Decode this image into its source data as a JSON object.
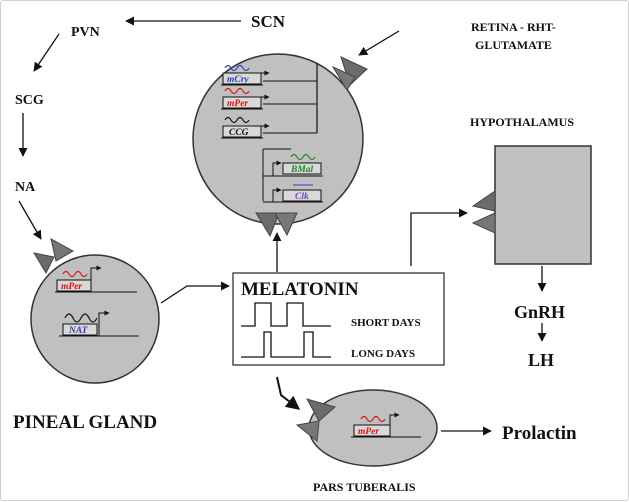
{
  "nodes": {
    "scn": "SCN",
    "pvn": "PVN",
    "scg": "SCG",
    "na": "NA",
    "retina_line1": "RETINA - RHT-",
    "retina_line2": "GLUTAMATE",
    "hypothalamus": "HYPOTHALAMUS",
    "melatonin": "MELATONIN",
    "short_days": "SHORT DAYS",
    "long_days": "LONG DAYS",
    "gnrh": "GnRH",
    "lh": "LH",
    "pineal_gland": "PINEAL GLAND",
    "pars_tuberalis": "PARS TUBERALIS",
    "prolactin": "Prolactin"
  },
  "genes": {
    "mcry": "mCry",
    "mper": "mPer",
    "ccg": "CCG",
    "bmal": "BMal",
    "clk": "Clk",
    "pineal_mper": "mPer",
    "nat": "NAT",
    "pt_mper": "mPer"
  },
  "colors": {
    "cell_fill": "#c0c0c0",
    "receptor": "#6b6b6b",
    "mcry": "#2f3fb5",
    "mper": "#e01010",
    "bmal": "#1f8a1f",
    "clk": "#7a3fd0",
    "neutral": "#111111"
  }
}
